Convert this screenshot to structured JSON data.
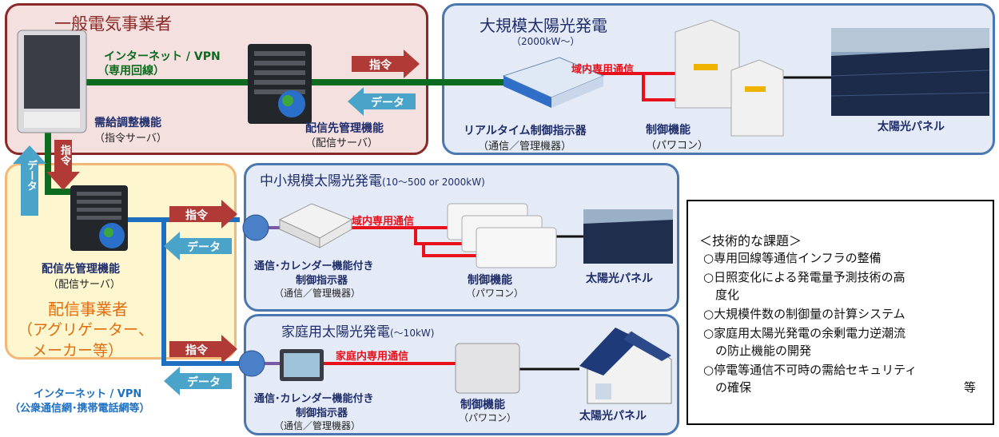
{
  "utility": {
    "title": "一般電気事業者",
    "supply_label": "需給調整機能",
    "supply_sub": "（指令サーバ）",
    "mgmt_label": "配信先管理機能",
    "mgmt_sub": "（配信サーバ）",
    "network_label": "インターネット / VPN",
    "network_sub": "（専用回線）"
  },
  "large_pv": {
    "title": "大規模太陽光発電",
    "subtitle": "（2000kW～）",
    "comm_label": "域内専用通信",
    "device_label": "リアルタイム制御指示器",
    "device_sub": "（通信／管理機器）",
    "ctrl_label": "制御機能",
    "ctrl_sub": "（パワコン）",
    "panel_label": "太陽光パネル"
  },
  "aggregator": {
    "title": "配信事業者",
    "title2": "（アグリゲーター、",
    "title3": "メーカー等）",
    "mgmt_label": "配信先管理機能",
    "mgmt_sub": "（配信サーバ）"
  },
  "mid_pv": {
    "title": "中小規模太陽光発電",
    "title_suffix": "(10～500 or 2000kW)",
    "comm_label": "域内専用通信",
    "device_label1": "通信･カレンダー機能付き",
    "device_label2": "制御指示器",
    "device_sub": "（通信／管理機器）",
    "ctrl_label": "制御機能",
    "ctrl_sub": "（パワコン）",
    "panel_label": "太陽光パネル"
  },
  "home_pv": {
    "title": "家庭用太陽光発電",
    "title_suffix": "(～10kW)",
    "comm_label": "家庭内専用通信",
    "device_label1": "通信･カレンダー機能付き",
    "device_label2": "制御指示器",
    "device_sub": "（通信／管理機器）",
    "ctrl_label": "制御機能",
    "ctrl_sub": "（パワコン）",
    "panel_label": "太陽光パネル"
  },
  "public_net": {
    "label": "インターネット / VPN",
    "sub": "（公衆通信網･携帯電話網等）"
  },
  "arrows": {
    "command": "指令",
    "data": "データ"
  },
  "issues": {
    "title": "＜技術的な課題＞",
    "items": [
      "○専用回線等通信インフラの整備",
      "○日照変化による発電量予測技術の高",
      "　度化",
      "○大規模件数の制御量の計算システム",
      "○家庭用太陽光発電の余剰電力逆潮流",
      "　の防止機能の開発",
      "○停電等通信不可時の需給セキュリティ",
      "　の確保"
    ],
    "etc": "等"
  },
  "colors": {
    "green_line": "#0b6b1e",
    "blue_line": "#1f6fc0",
    "red_line": "#e8101a",
    "command_arrow": "#b13a37",
    "data_arrow": "#4aa3c8"
  }
}
